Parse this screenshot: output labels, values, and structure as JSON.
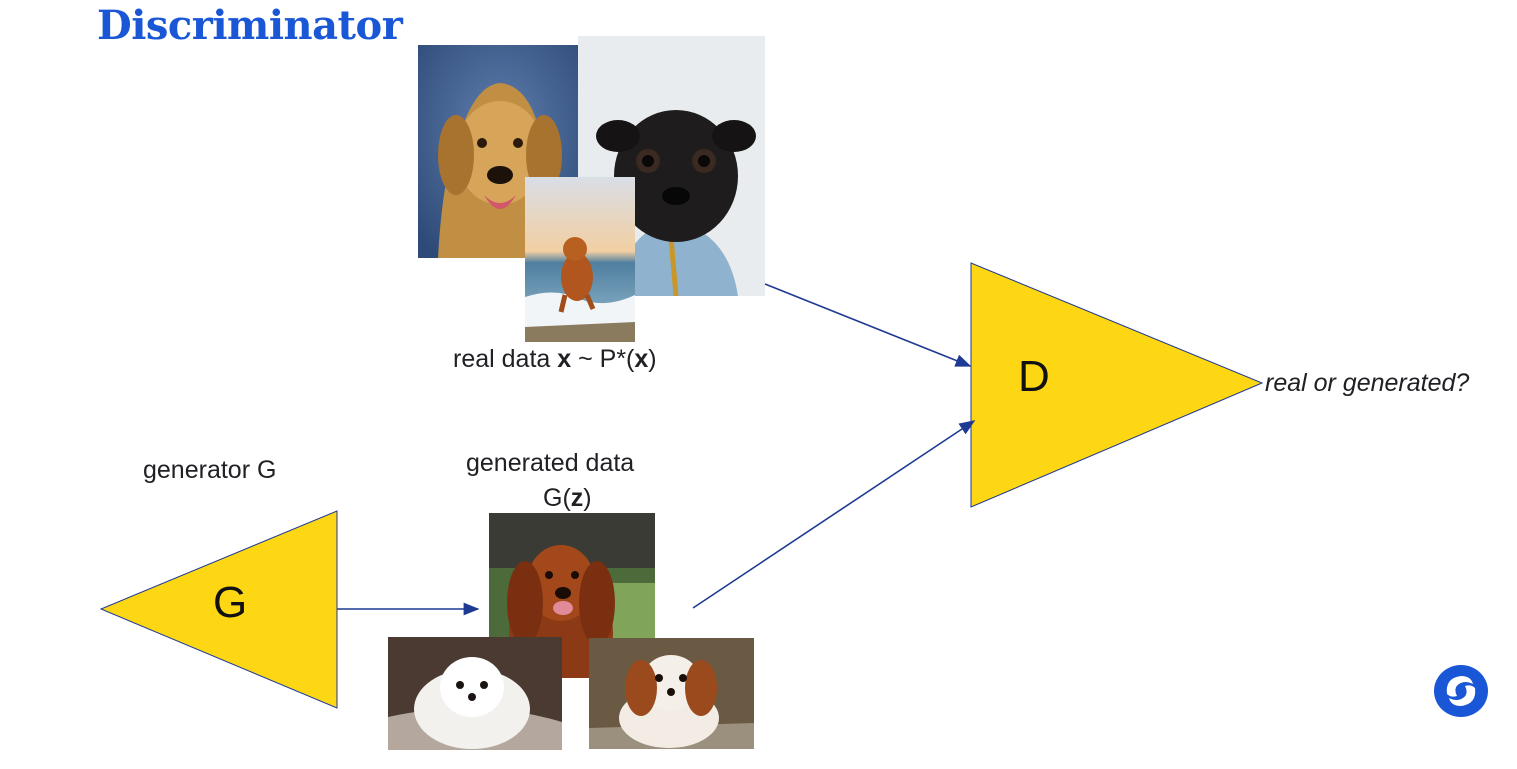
{
  "title": "Discriminator",
  "real_data": {
    "label_prefix": "real data ",
    "label_x": "x",
    "label_mid": " ~ P*(",
    "label_x2": "x",
    "label_suffix": ")",
    "photos": [
      "golden-retriever",
      "pug-in-denim-jacket",
      "dog-running-on-beach"
    ]
  },
  "generator": {
    "caption": "generator G",
    "letter": "G"
  },
  "generated_data": {
    "caption_line1": "generated data",
    "caption_prefix": "G(",
    "caption_z": "z",
    "caption_suffix": ")",
    "photos": [
      "irish-setter",
      "white-maltese",
      "cavalier-spaniel"
    ]
  },
  "discriminator": {
    "letter": "D",
    "output_question": "real or generated?"
  },
  "colors": {
    "title": "#1a57d6",
    "triangle": "#fdd614",
    "arrow": "#1f3a93",
    "logo": "#1a57d6"
  },
  "icons": [
    "deepmind-logo-icon"
  ]
}
